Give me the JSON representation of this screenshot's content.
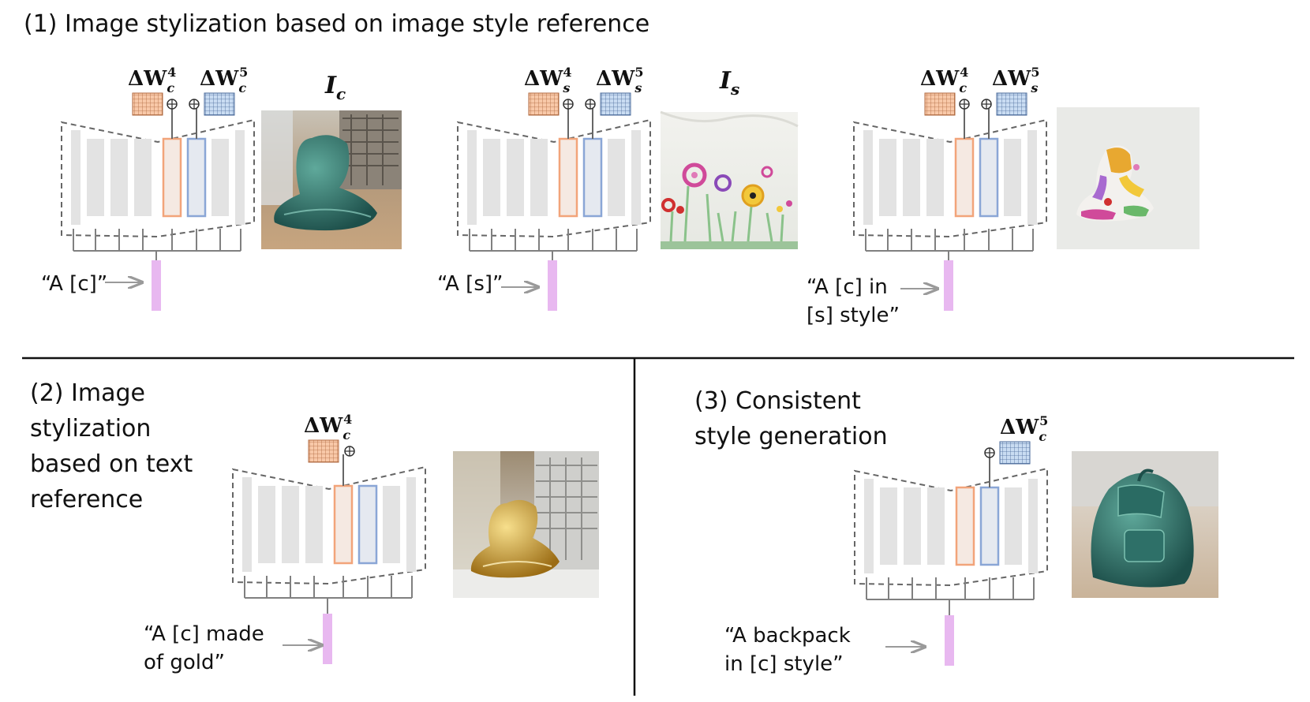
{
  "section1": {
    "title": "(1) Image stylization based on image style reference",
    "diagrams": [
      {
        "label_left_main": "ΔW",
        "label_left_sub": "c",
        "label_left_sup": "4",
        "label_right_main": "ΔW",
        "label_right_sub": "c",
        "label_right_sup": "5",
        "highlight_left": "orange",
        "highlight_right": "blue",
        "image_caption_main": "I",
        "image_caption_sub": "c",
        "image_desc": "green-glazed ceramic seated figure",
        "prompt_lines": [
          "“A [c]”"
        ]
      },
      {
        "label_left_main": "ΔW",
        "label_left_sub": "s",
        "label_left_sup": "4",
        "label_right_main": "ΔW",
        "label_right_sub": "s",
        "label_right_sup": "5",
        "highlight_left": "orange",
        "highlight_right": "blue",
        "image_caption_main": "I",
        "image_caption_sub": "s",
        "image_desc": "painted flowers on white",
        "prompt_lines": [
          "“A [s]”"
        ]
      },
      {
        "label_left_main": "ΔW",
        "label_left_sub": "c",
        "label_left_sup": "4",
        "label_right_main": "ΔW",
        "label_right_sub": "s",
        "label_right_sup": "5",
        "highlight_left": "orange",
        "highlight_right": "blue",
        "image_caption_main": "",
        "image_caption_sub": "",
        "image_desc": "figure in painted-flower style",
        "prompt_lines": [
          "“A [c] in",
          "[s] style”"
        ]
      }
    ]
  },
  "section2": {
    "title_lines": [
      "(2) Image",
      "stylization",
      "based on text",
      "reference"
    ],
    "label_main": "ΔW",
    "label_sub": "c",
    "label_sup": "4",
    "prompt_lines": [
      "“A [c] made",
      "of gold”"
    ]
  },
  "section3": {
    "title_lines": [
      "(3) Consistent",
      "style generation"
    ],
    "label_main": "ΔW",
    "label_sub": "c",
    "label_sup": "5",
    "prompt_lines": [
      "“A backpack",
      "in [c] style”"
    ]
  },
  "colors": {
    "orange_box": "#f2a47a",
    "orange_fill": "#f8c8a8",
    "blue_box": "#8aa6d6",
    "blue_fill": "#bcd3ee",
    "block_gray": "#e3e3e3",
    "line_gray": "#808080",
    "text_embed": "#e8b8f0",
    "arrow_gray": "#9a9a9a"
  }
}
